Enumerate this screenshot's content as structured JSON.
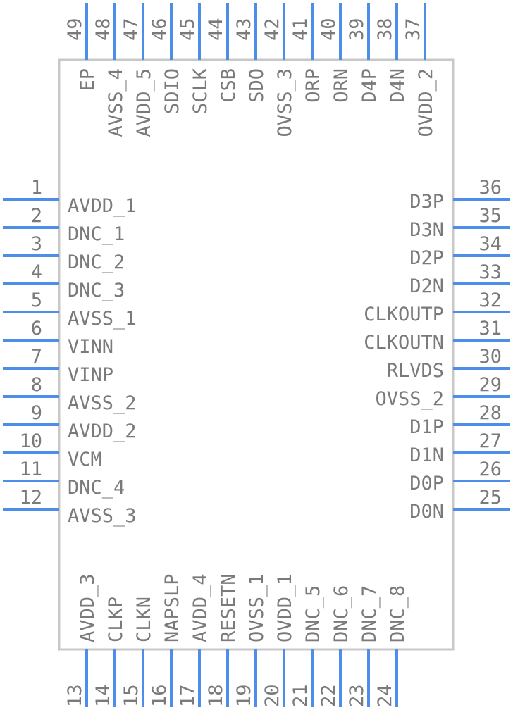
{
  "colors": {
    "body_stroke": "#c8c8c8",
    "pin_line": "#4d8fe8",
    "text": "#7a7a7a",
    "background": "#ffffff"
  },
  "pins": {
    "left": [
      {
        "num": "1",
        "name": "AVDD_1"
      },
      {
        "num": "2",
        "name": "DNC_1"
      },
      {
        "num": "3",
        "name": "DNC_2"
      },
      {
        "num": "4",
        "name": "DNC_3"
      },
      {
        "num": "5",
        "name": "AVSS_1"
      },
      {
        "num": "6",
        "name": "VINN"
      },
      {
        "num": "7",
        "name": "VINP"
      },
      {
        "num": "8",
        "name": "AVSS_2"
      },
      {
        "num": "9",
        "name": "AVDD_2"
      },
      {
        "num": "10",
        "name": "VCM"
      },
      {
        "num": "11",
        "name": "DNC_4"
      },
      {
        "num": "12",
        "name": "AVSS_3"
      }
    ],
    "right": [
      {
        "num": "36",
        "name": "D3P"
      },
      {
        "num": "35",
        "name": "D3N"
      },
      {
        "num": "34",
        "name": "D2P"
      },
      {
        "num": "33",
        "name": "D2N"
      },
      {
        "num": "32",
        "name": "CLKOUTP"
      },
      {
        "num": "31",
        "name": "CLKOUTN"
      },
      {
        "num": "30",
        "name": "RLVDS"
      },
      {
        "num": "29",
        "name": "OVSS_2"
      },
      {
        "num": "28",
        "name": "D1P"
      },
      {
        "num": "27",
        "name": "D1N"
      },
      {
        "num": "26",
        "name": "D0P"
      },
      {
        "num": "25",
        "name": "D0N"
      }
    ],
    "top": [
      {
        "num": "49",
        "name": "EP"
      },
      {
        "num": "48",
        "name": "AVSS_4"
      },
      {
        "num": "47",
        "name": "AVDD_5"
      },
      {
        "num": "46",
        "name": "SDIO"
      },
      {
        "num": "45",
        "name": "SCLK"
      },
      {
        "num": "44",
        "name": "CSB"
      },
      {
        "num": "43",
        "name": "SDO"
      },
      {
        "num": "42",
        "name": "OVSS_3"
      },
      {
        "num": "41",
        "name": "ORP"
      },
      {
        "num": "40",
        "name": "ORN"
      },
      {
        "num": "39",
        "name": "D4P"
      },
      {
        "num": "38",
        "name": "D4N"
      },
      {
        "num": "37",
        "name": "OVDD_2"
      }
    ],
    "bottom": [
      {
        "num": "13",
        "name": "AVDD_3"
      },
      {
        "num": "14",
        "name": "CLKP"
      },
      {
        "num": "15",
        "name": "CLKN"
      },
      {
        "num": "16",
        "name": "NAPSLP"
      },
      {
        "num": "17",
        "name": "AVDD_4"
      },
      {
        "num": "18",
        "name": "RESETN"
      },
      {
        "num": "19",
        "name": "OVSS_1"
      },
      {
        "num": "20",
        "name": "OVDD_1"
      },
      {
        "num": "21",
        "name": "DNC_5"
      },
      {
        "num": "22",
        "name": "DNC_6"
      },
      {
        "num": "23",
        "name": "DNC_7"
      },
      {
        "num": "24",
        "name": "DNC_8"
      }
    ]
  }
}
